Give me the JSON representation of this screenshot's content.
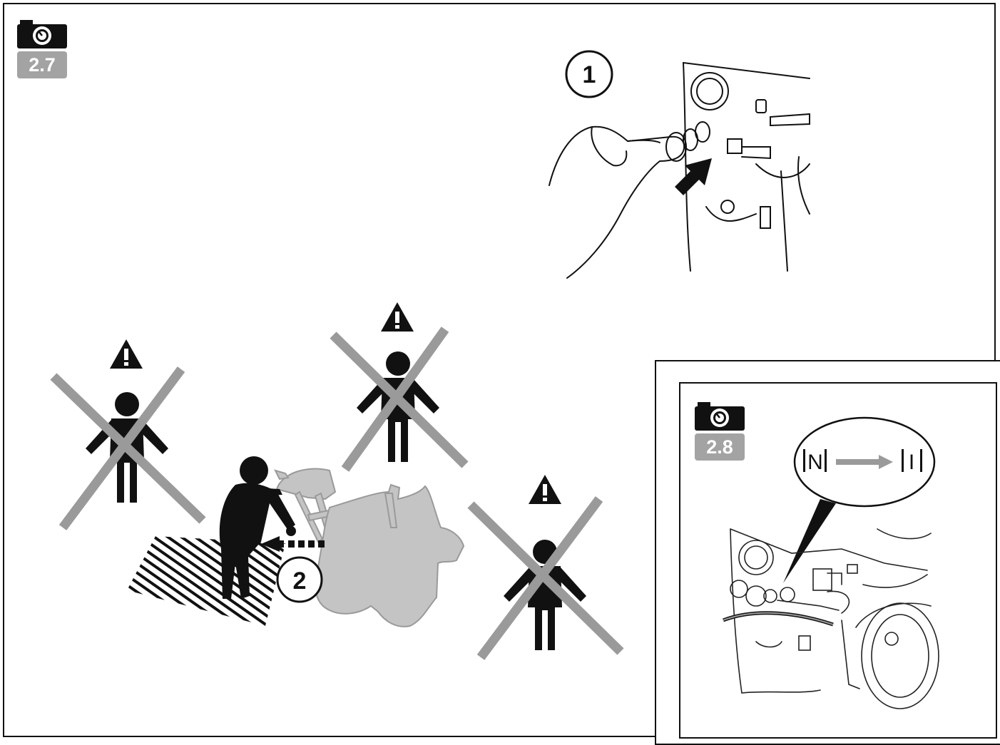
{
  "figures": {
    "fig_a": {
      "number": "2.7",
      "icon": "camera-icon"
    },
    "fig_b": {
      "number": "2.8",
      "icon": "camera-icon"
    }
  },
  "steps": {
    "step_1": "1",
    "step_2": "2"
  },
  "switch_labels": {
    "from": "N",
    "to": "I"
  },
  "colors": {
    "ink": "#111111",
    "cross_grey": "#9a9a9a",
    "machine_grey": "#c4c4c4",
    "badge_grey": "#a3a3a3"
  }
}
